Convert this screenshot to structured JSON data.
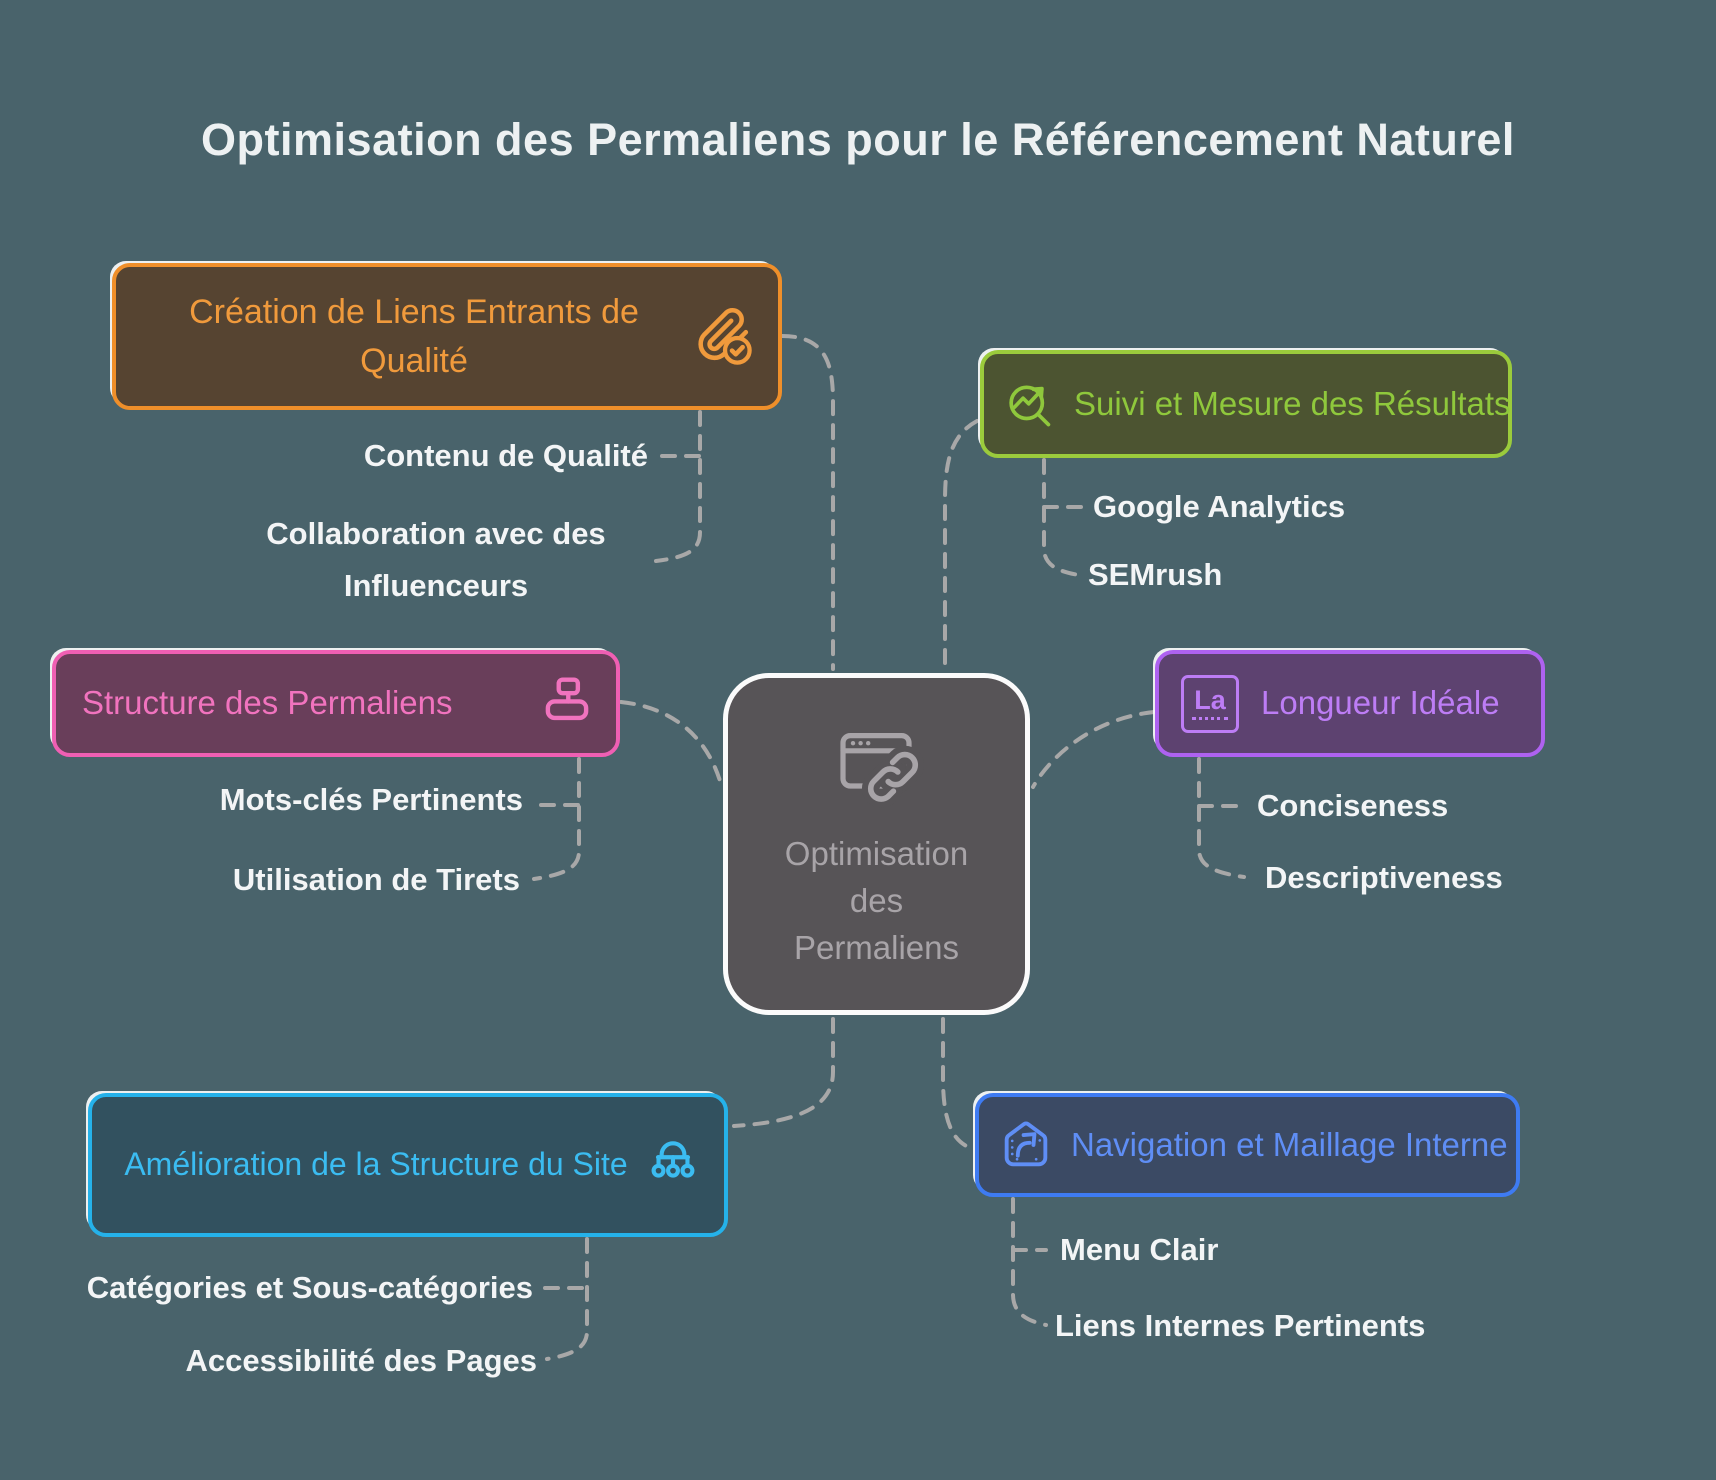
{
  "title": "Optimisation des Permaliens pour le Référencement Naturel",
  "center": {
    "label": "Optimisation des Permaliens",
    "icon": "browser-link-icon"
  },
  "branches": [
    {
      "name": "creation-liens-entrants",
      "label": "Création de Liens Entrants de Qualité",
      "icon": "paperclip-check-icon",
      "accent": "#ef8f2a",
      "fill": "#564431",
      "children": [
        "Contenu de Qualité",
        "Collaboration avec des Influenceurs"
      ]
    },
    {
      "name": "suivi-mesure-resultats",
      "label": "Suivi et Mesure des Résultats",
      "icon": "chart-search-icon",
      "accent": "#9bcb3c",
      "fill": "#4c5431",
      "children": [
        "Google Analytics",
        "SEMrush"
      ]
    },
    {
      "name": "structure-permaliens",
      "label": "Structure des Permaliens",
      "icon": "flowchart-icon",
      "accent": "#ef5fb3",
      "fill": "#693e5a",
      "children": [
        "Mots-clés Pertinents",
        "Utilisation de Tirets"
      ]
    },
    {
      "name": "longueur-ideale",
      "label": "Longueur Idéale",
      "icon": "text-length-icon",
      "icon_text": "La",
      "accent": "#ae62f0",
      "fill": "#5d4270",
      "children": [
        "Conciseness",
        "Descriptiveness"
      ]
    },
    {
      "name": "amelioration-structure-site",
      "label": "Amélioration de la Structure du Site",
      "icon": "sitemap-icon",
      "accent": "#25b2ea",
      "fill": "#32515f",
      "children": [
        "Catégories et Sous-catégories",
        "Accessibilité des Pages"
      ]
    },
    {
      "name": "navigation-maillage-interne",
      "label": "Navigation et Maillage Interne",
      "icon": "route-sign-icon",
      "accent": "#3e7bf2",
      "fill": "#3b4a64",
      "children": [
        "Menu Clair",
        "Liens Internes Pertinents"
      ]
    }
  ],
  "colors": {
    "background": "#49636b",
    "connector": "#a8a8a8",
    "title_text": "#edf1f2",
    "subitem_text": "#f3f5f6",
    "center_fill": "#575457",
    "center_border": "#fbfbfb",
    "center_text": "#a8a4a8"
  }
}
